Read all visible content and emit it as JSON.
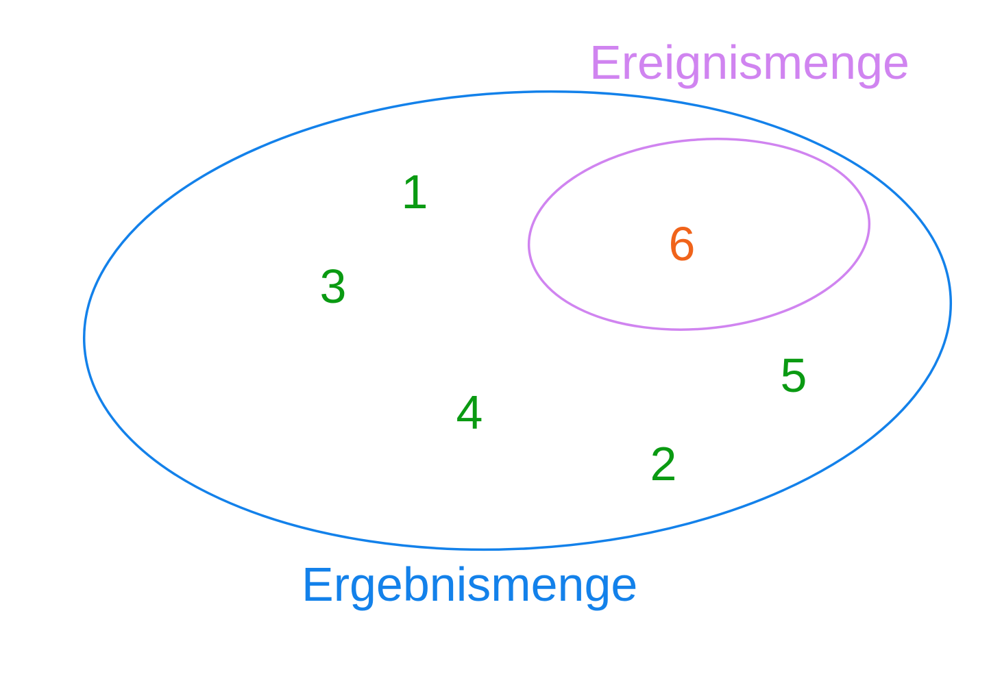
{
  "diagram": {
    "event_set": {
      "label": "Ereignismenge",
      "color": "#d084f0",
      "members": [
        "6"
      ],
      "member_color": "#f0631a"
    },
    "outcome_set": {
      "label": "Ergebnismenge",
      "color": "#1381ea",
      "members": [
        "1",
        "3",
        "4",
        "2",
        "5"
      ],
      "member_color": "#0a9a12"
    },
    "background": "#ffffff"
  }
}
